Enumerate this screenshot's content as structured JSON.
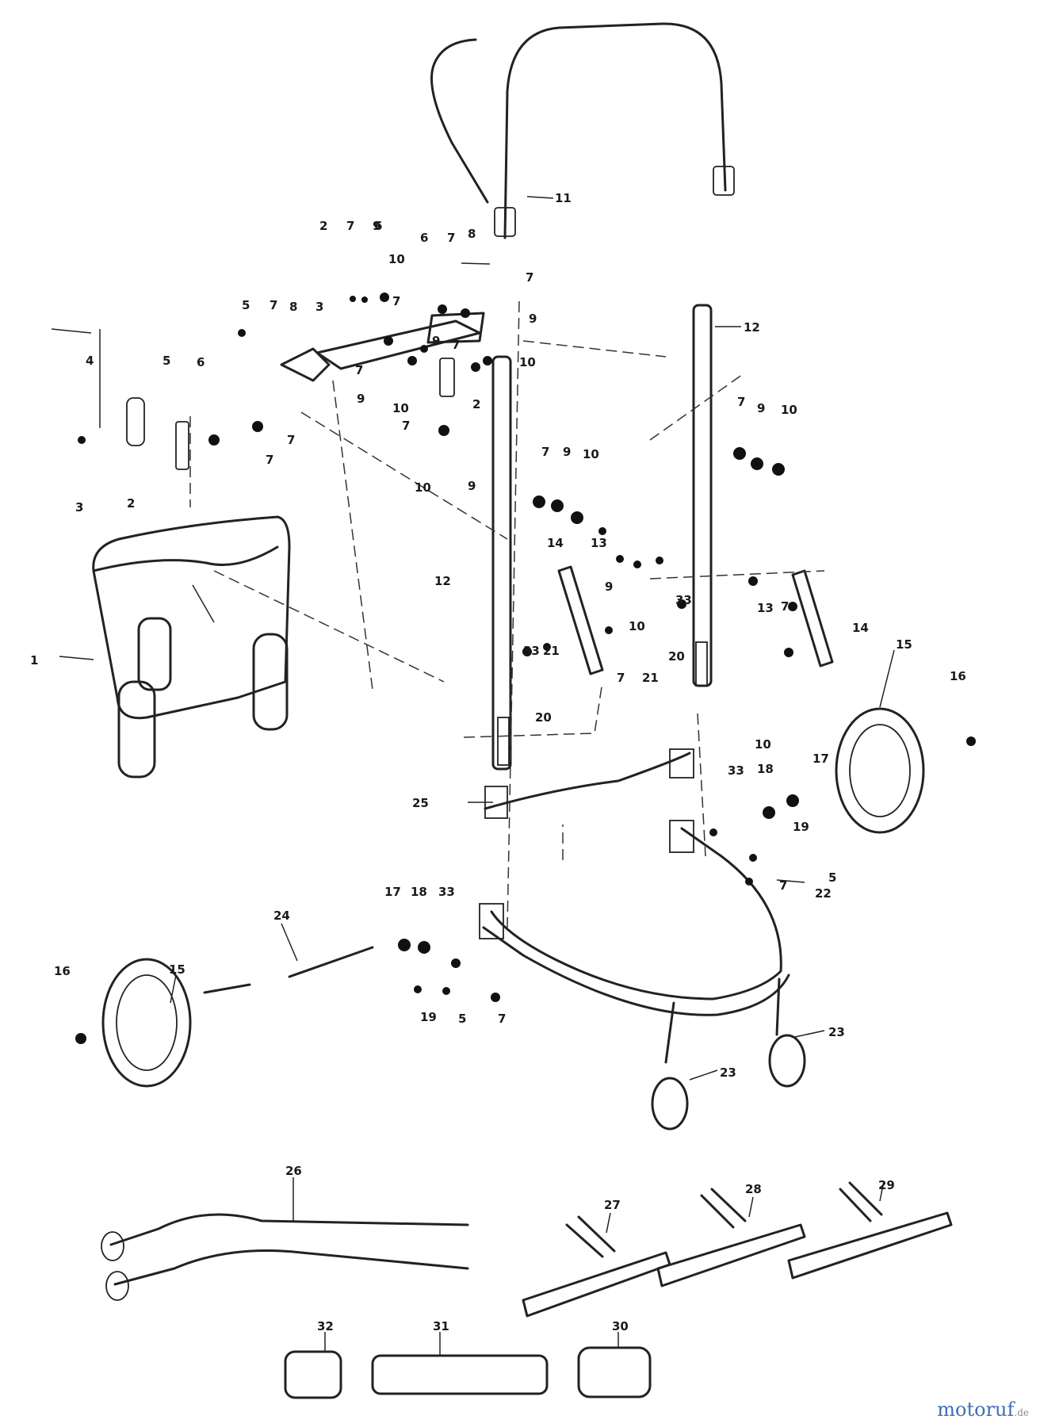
{
  "watermark": {
    "name": "motoruf",
    "suffix": ".de"
  },
  "callouts": [
    {
      "id": "c1",
      "text": "1"
    },
    {
      "id": "c2a",
      "text": "2"
    },
    {
      "id": "c2b",
      "text": "2"
    },
    {
      "id": "c2c",
      "text": "2"
    },
    {
      "id": "c3a",
      "text": "3"
    },
    {
      "id": "c3b",
      "text": "3"
    },
    {
      "id": "c4",
      "text": "4"
    },
    {
      "id": "c5a",
      "text": "5"
    },
    {
      "id": "c5b",
      "text": "5"
    },
    {
      "id": "c5c",
      "text": "5"
    },
    {
      "id": "c5d",
      "text": "5"
    },
    {
      "id": "c6a",
      "text": "6"
    },
    {
      "id": "c6b",
      "text": "6"
    },
    {
      "id": "c6c",
      "text": "6"
    },
    {
      "id": "c7a",
      "text": "7"
    },
    {
      "id": "c7b",
      "text": "7"
    },
    {
      "id": "c7c",
      "text": "7"
    },
    {
      "id": "c7d",
      "text": "7"
    },
    {
      "id": "c7e",
      "text": "7"
    },
    {
      "id": "c7f",
      "text": "7"
    },
    {
      "id": "c7g",
      "text": "7"
    },
    {
      "id": "c7h",
      "text": "7"
    },
    {
      "id": "c7i",
      "text": "7"
    },
    {
      "id": "c7j",
      "text": "7"
    },
    {
      "id": "c7k",
      "text": "7"
    },
    {
      "id": "c7l",
      "text": "7"
    },
    {
      "id": "c7m",
      "text": "7"
    },
    {
      "id": "c7n",
      "text": "7"
    },
    {
      "id": "c7o",
      "text": "7"
    },
    {
      "id": "c7p",
      "text": "7"
    },
    {
      "id": "c8a",
      "text": "8"
    },
    {
      "id": "c8b",
      "text": "8"
    },
    {
      "id": "c9a",
      "text": "9"
    },
    {
      "id": "c9b",
      "text": "9"
    },
    {
      "id": "c9c",
      "text": "9"
    },
    {
      "id": "c9d",
      "text": "9"
    },
    {
      "id": "c9e",
      "text": "9"
    },
    {
      "id": "c9f",
      "text": "9"
    },
    {
      "id": "c9g",
      "text": "9"
    },
    {
      "id": "c9h",
      "text": "9"
    },
    {
      "id": "c10a",
      "text": "10"
    },
    {
      "id": "c10b",
      "text": "10"
    },
    {
      "id": "c10c",
      "text": "10"
    },
    {
      "id": "c10d",
      "text": "10"
    },
    {
      "id": "c10e",
      "text": "10"
    },
    {
      "id": "c10f",
      "text": "10"
    },
    {
      "id": "c10g",
      "text": "10"
    },
    {
      "id": "c10h",
      "text": "10"
    },
    {
      "id": "c11",
      "text": "11"
    },
    {
      "id": "c12a",
      "text": "12"
    },
    {
      "id": "c12b",
      "text": "12"
    },
    {
      "id": "c13a",
      "text": "13"
    },
    {
      "id": "c13b",
      "text": "13"
    },
    {
      "id": "c14a",
      "text": "14"
    },
    {
      "id": "c14b",
      "text": "14"
    },
    {
      "id": "c15a",
      "text": "15"
    },
    {
      "id": "c15b",
      "text": "15"
    },
    {
      "id": "c16a",
      "text": "16"
    },
    {
      "id": "c16b",
      "text": "16"
    },
    {
      "id": "c17a",
      "text": "17"
    },
    {
      "id": "c17b",
      "text": "17"
    },
    {
      "id": "c18a",
      "text": "18"
    },
    {
      "id": "c18b",
      "text": "18"
    },
    {
      "id": "c19a",
      "text": "19"
    },
    {
      "id": "c19b",
      "text": "19"
    },
    {
      "id": "c20a",
      "text": "20"
    },
    {
      "id": "c20b",
      "text": "20"
    },
    {
      "id": "c21a",
      "text": "21"
    },
    {
      "id": "c21b",
      "text": "21"
    },
    {
      "id": "c22",
      "text": "22"
    },
    {
      "id": "c23a",
      "text": "23"
    },
    {
      "id": "c23b",
      "text": "23"
    },
    {
      "id": "c24",
      "text": "24"
    },
    {
      "id": "c25",
      "text": "25"
    },
    {
      "id": "c26",
      "text": "26"
    },
    {
      "id": "c27",
      "text": "27"
    },
    {
      "id": "c28",
      "text": "28"
    },
    {
      "id": "c29",
      "text": "29"
    },
    {
      "id": "c30",
      "text": "30"
    },
    {
      "id": "c31",
      "text": "31"
    },
    {
      "id": "c32",
      "text": "32"
    },
    {
      "id": "c33a",
      "text": "33"
    },
    {
      "id": "c33b",
      "text": "33"
    },
    {
      "id": "c33c",
      "text": "33"
    },
    {
      "id": "c33d",
      "text": "33"
    }
  ]
}
